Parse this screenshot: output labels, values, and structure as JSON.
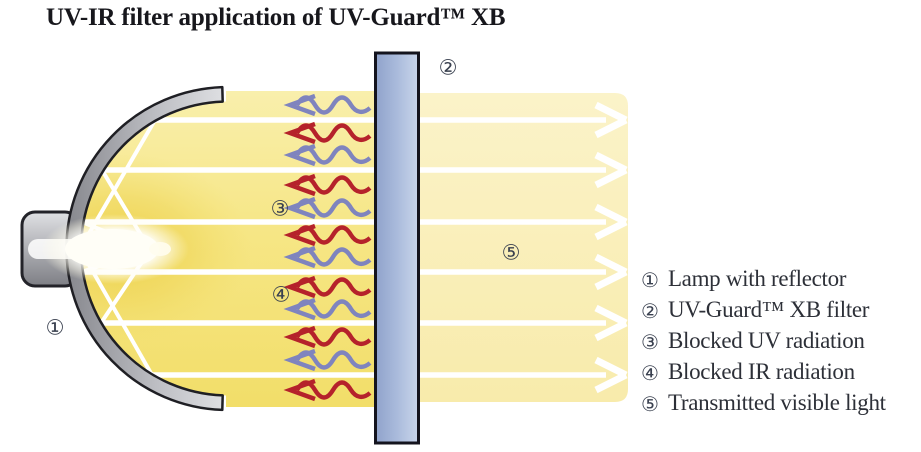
{
  "title": "UV-IR filter application of UV-Guard™ XB",
  "legend": {
    "items": [
      {
        "marker": "①",
        "label": "Lamp with reflector"
      },
      {
        "marker": "②",
        "label": "UV-Guard™ XB filter"
      },
      {
        "marker": "③",
        "label": "Blocked UV radiation"
      },
      {
        "marker": "④",
        "label": "Blocked IR radiation"
      },
      {
        "marker": "⑤",
        "label": "Transmitted visible light"
      }
    ]
  },
  "diagram": {
    "markers": [
      {
        "id": "lamp",
        "glyph": "①"
      },
      {
        "id": "filter",
        "glyph": "②"
      },
      {
        "id": "blocked-uv",
        "glyph": "③"
      },
      {
        "id": "blocked-ir",
        "glyph": "④"
      },
      {
        "id": "transmitted",
        "glyph": "⑤"
      }
    ],
    "blocked_arrows": [
      "uv",
      "ir",
      "uv",
      "ir",
      "uv",
      "ir",
      "uv",
      "ir",
      "uv",
      "ir",
      "uv",
      "ir"
    ],
    "transmitted_ray_count": 6,
    "colors": {
      "uv_arrow": "#7f84be",
      "ir_arrow": "#b5222b",
      "beam_left": "#f5e47e",
      "beam_right": "#faf0be",
      "filter_fill": "#a9bada",
      "reflector_gray": "#c2c3c8"
    }
  }
}
